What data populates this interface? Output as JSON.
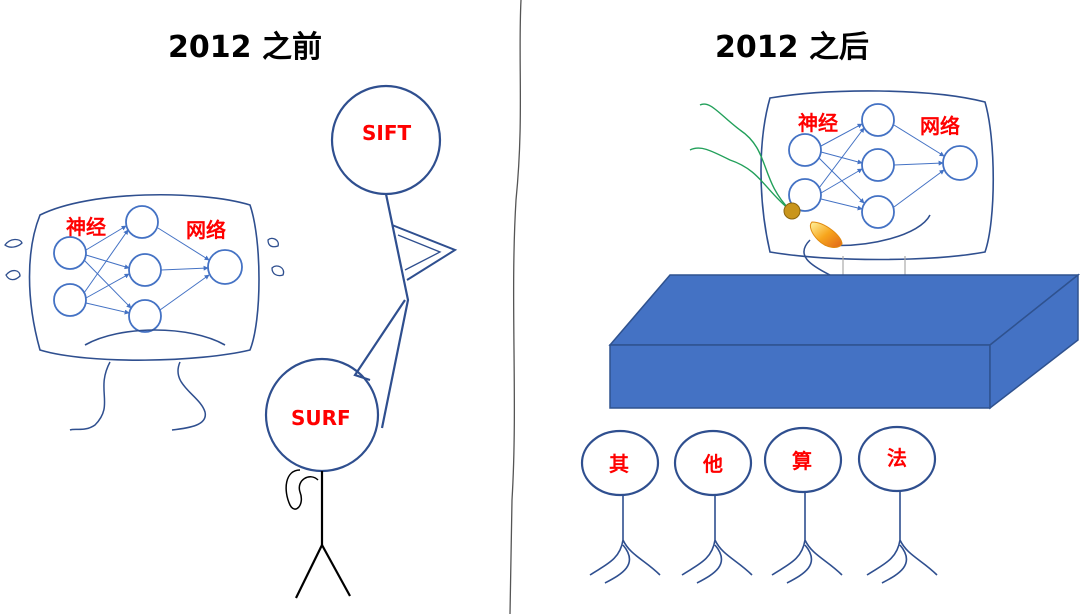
{
  "titles": {
    "before": "2012 之前",
    "after": "2012 之后"
  },
  "left": {
    "network_labels": [
      "神经",
      "网络"
    ],
    "sift_label": "SIFT",
    "surf_label": "SURF"
  },
  "right": {
    "network_labels": [
      "神经",
      "网络"
    ],
    "other_algorithms": [
      "其",
      "他",
      "算",
      "法"
    ]
  },
  "colors": {
    "stroke": "#2f4f8f",
    "label": "#ff0000",
    "box_fill": "#4472c4",
    "box_edge": "#2f528f",
    "wire": "#22a05a",
    "flame": "#f7a51c"
  }
}
